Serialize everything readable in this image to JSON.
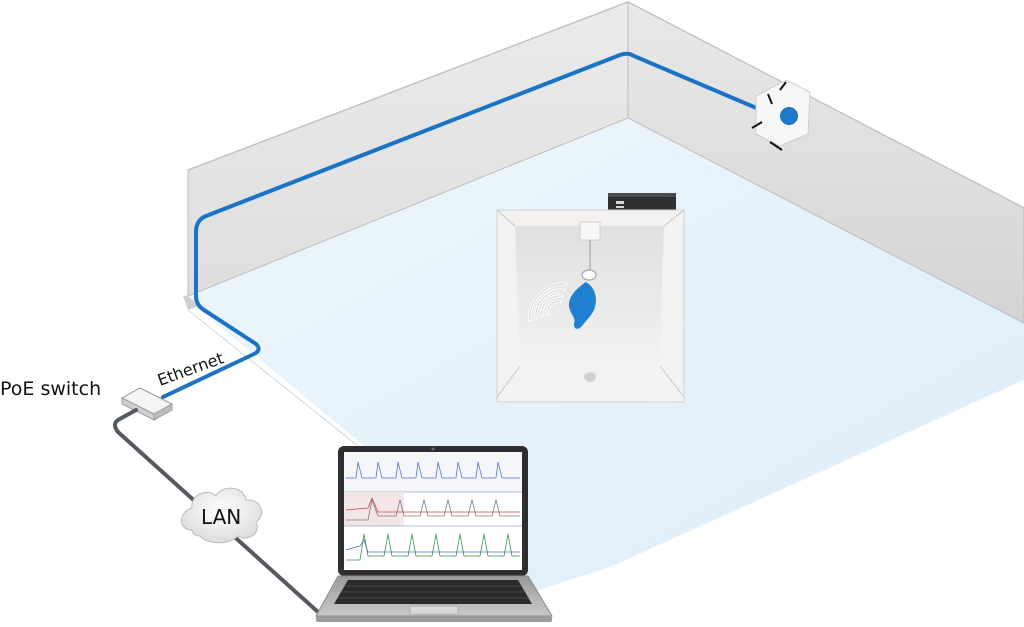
{
  "labels": {
    "poe_switch": "PoE switch",
    "ethernet": "Ethernet",
    "lan": "LAN"
  },
  "colors": {
    "cable_blue": "#1a73c4",
    "lan_cable_grey": "#555a60",
    "floor": "#e8f3fb",
    "wall_front": "#e6e6e7",
    "wall_side": "#d9d9da",
    "wall_top": "#f4f4f4",
    "camera_blue": "#1f78c8",
    "animal_blue": "#1f7fd0"
  },
  "icons": {
    "ceiling_camera": "camera-icon",
    "wireless_signal": "wifi-signal-icon",
    "receiver_device": "receiver-icon",
    "poe_switch_device": "switch-icon",
    "lan_cloud": "cloud-icon",
    "laptop": "laptop-icon"
  }
}
